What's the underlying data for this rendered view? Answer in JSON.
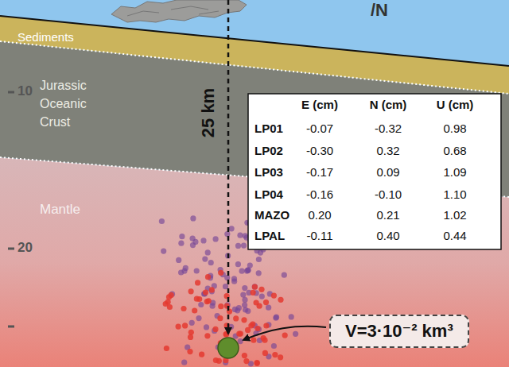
{
  "diagram": {
    "nodes": [
      {
        "text": [
          "Sediments"
        ]
      },
      {
        "text": [
          "Jurassic Oceanic Crust"
        ]
      },
      {
        "text": [
          "Mantle"
        ]
      },
      {
        "text": [
          "V=3·10⁻² km³"
        ]
      }
    ],
    "labels": [
      "/N",
      "10",
      "20",
      "25 km",
      "E (cm)",
      "N (cm)",
      "U (cm)",
      "LP01",
      "-0.07",
      "-0.32",
      "0.98",
      "LP02",
      "-0.30",
      "0.32",
      "0.68",
      "LP03",
      "-0.17",
      "0.09",
      "1.09",
      "LP04",
      "-0.16",
      "-0.10",
      "1.10",
      "MAZO",
      "0.20",
      "0.21",
      "1.02",
      "LPAL",
      "-0.11",
      "0.40",
      "0.44"
    ]
  }
}
